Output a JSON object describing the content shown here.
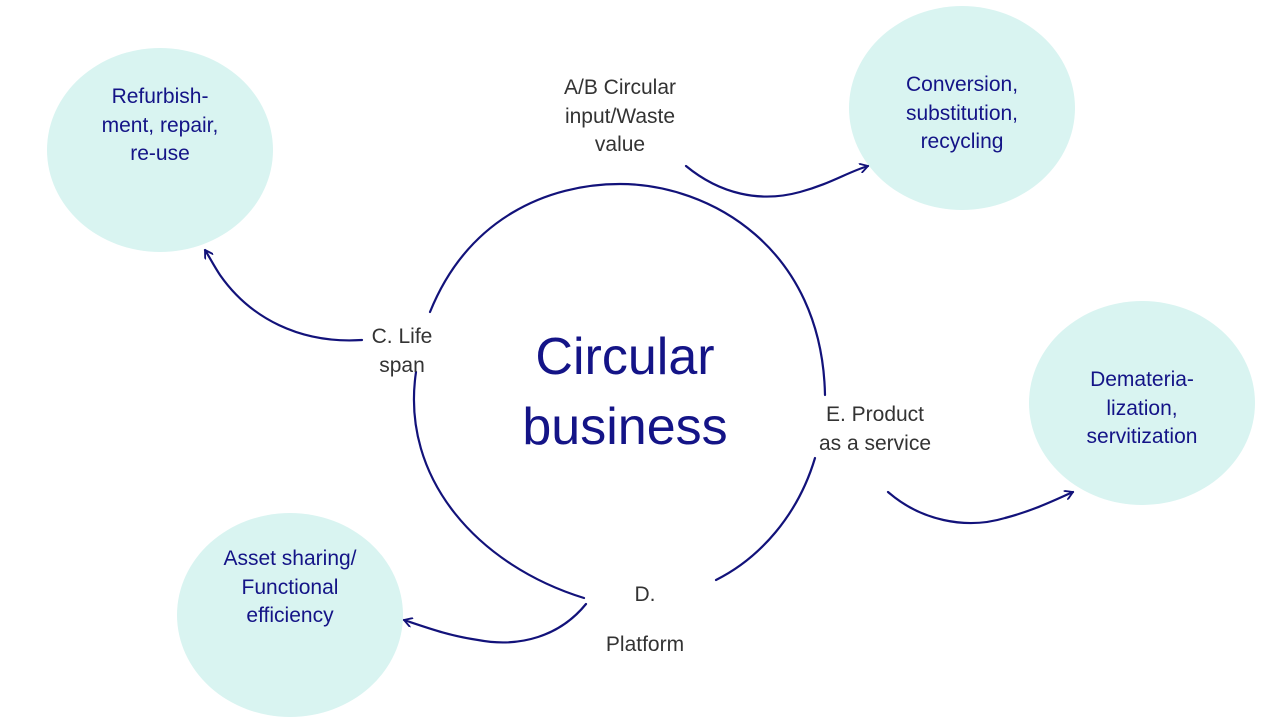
{
  "center": {
    "title": "Circular\nbusiness"
  },
  "outcomes": {
    "refurbish": "Refurbish-\nment, repair,\nre-use",
    "conversion": "Conversion,\nsubstitution,\nrecycling",
    "dematerialization": "Demateria-\nlization,\nservitization",
    "asset_sharing": "Asset sharing/\nFunctional\nefficiency"
  },
  "strategies": {
    "circular_input": "A/B Circular\ninput/Waste\nvalue",
    "life_span": "C. Life\nspan",
    "platform": "D.\n\nPlatform",
    "product_service": "E. Product\nas a service"
  },
  "colors": {
    "bubble": "#d9f4f1",
    "stroke": "#12127a",
    "accent_text": "#141487",
    "label_text": "#333333"
  }
}
